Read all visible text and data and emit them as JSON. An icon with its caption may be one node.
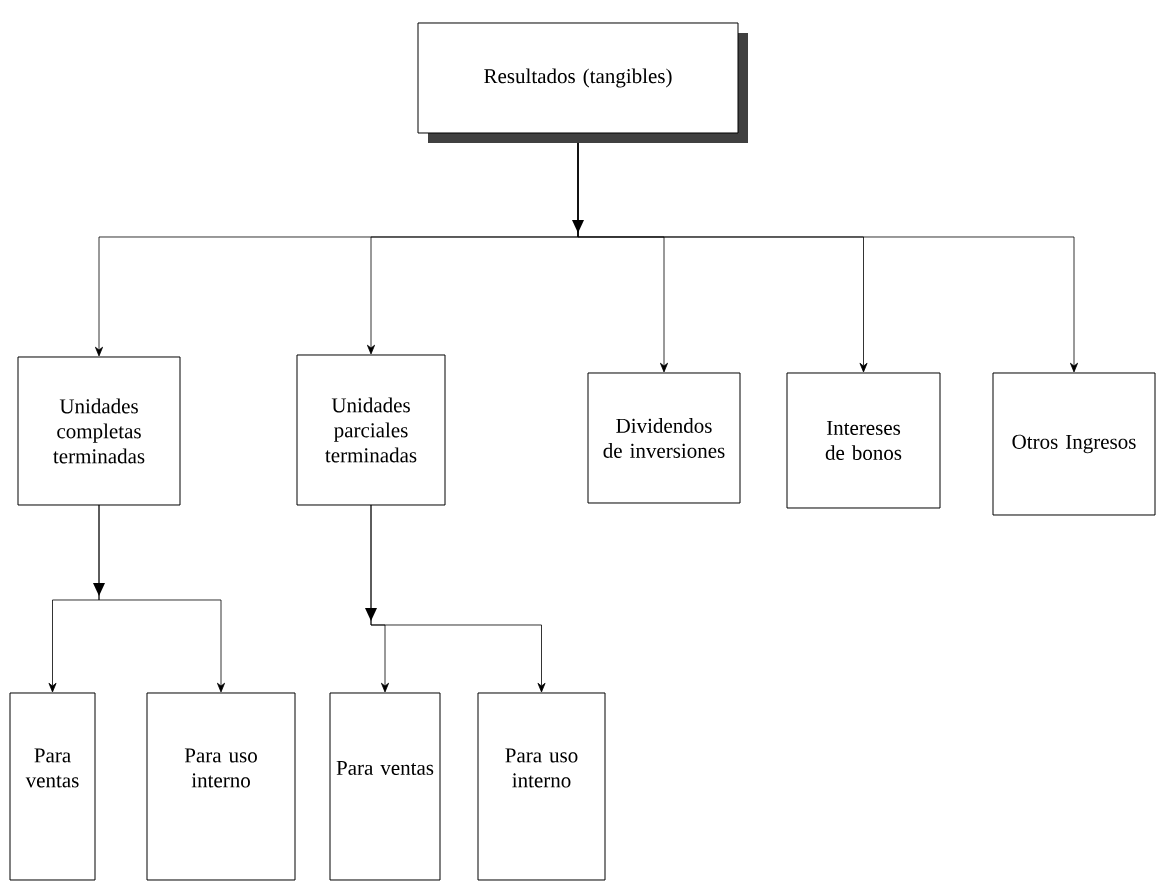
{
  "diagram": {
    "nodes": [
      {
        "text": [
          "Resultados (tangibles)"
        ]
      },
      {
        "text": [
          "Unidades completas terminadas"
        ]
      },
      {
        "text": [
          "Unidades parciales terminadas"
        ]
      },
      {
        "text": [
          "Dividendos de inversiones"
        ]
      },
      {
        "text": [
          "Intereses de bonos"
        ]
      },
      {
        "text": [
          "Otros Ingresos"
        ]
      },
      {
        "text": [
          "Para ventas"
        ]
      },
      {
        "text": [
          "Para uso interno"
        ]
      },
      {
        "text": [
          "Para ventas"
        ]
      },
      {
        "text": [
          "Para uso interno"
        ]
      }
    ],
    "edges": [
      {
        "from": 0,
        "to": 1,
        "arrow": "to"
      },
      {
        "from": 0,
        "to": 2,
        "arrow": "to"
      },
      {
        "from": 0,
        "to": 3,
        "arrow": "to"
      },
      {
        "from": 0,
        "to": 4,
        "arrow": "to"
      },
      {
        "from": 0,
        "to": 5,
        "arrow": "to"
      },
      {
        "from": 1,
        "to": 6,
        "arrow": "to"
      },
      {
        "from": 1,
        "to": 7,
        "arrow": "to"
      },
      {
        "from": 2,
        "to": 8,
        "arrow": "to"
      },
      {
        "from": 2,
        "to": 9,
        "arrow": "to"
      }
    ]
  }
}
